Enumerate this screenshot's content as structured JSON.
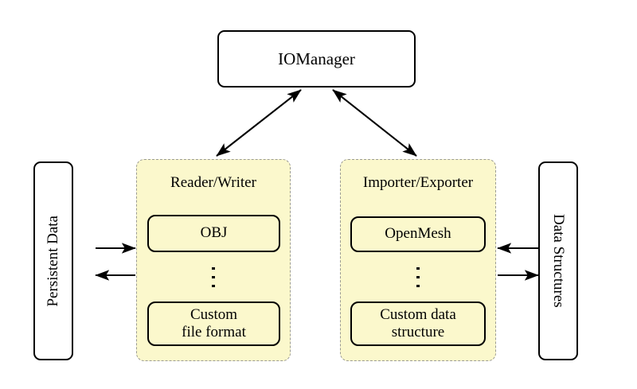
{
  "diagram": {
    "title_node": {
      "label": "IOManager"
    },
    "left_side": {
      "label": "Persistent Data"
    },
    "right_side": {
      "label": "Data Structures"
    },
    "groups": [
      {
        "name": "reader-writer",
        "title": "Reader/Writer",
        "items": [
          {
            "label": "OBJ"
          },
          {
            "label": "Custom\nfile format",
            "line1": "Custom",
            "line2": "file format"
          }
        ],
        "ellipsis": "vertical-ellipsis"
      },
      {
        "name": "importer-exporter",
        "title": "Importer/Exporter",
        "items": [
          {
            "label": "OpenMesh"
          },
          {
            "label": "Custom data\nstructure",
            "line1": "Custom data",
            "line2": "structure"
          }
        ],
        "ellipsis": "vertical-ellipsis"
      }
    ],
    "connections": [
      {
        "name": "iomanager-to-reader-writer",
        "type": "double-arrow"
      },
      {
        "name": "iomanager-to-importer-exporter",
        "type": "double-arrow"
      },
      {
        "name": "persistent-data-to-reader-writer",
        "type": "arrow-right"
      },
      {
        "name": "reader-writer-to-persistent-data",
        "type": "arrow-left"
      },
      {
        "name": "data-structures-to-importer-exporter",
        "type": "arrow-left"
      },
      {
        "name": "importer-exporter-to-data-structures",
        "type": "arrow-right"
      }
    ],
    "colors": {
      "group_fill": "#fbf8cc",
      "group_border": "#9b9b93",
      "node_border": "#000000",
      "background": "#ffffff",
      "text": "#000000"
    }
  }
}
